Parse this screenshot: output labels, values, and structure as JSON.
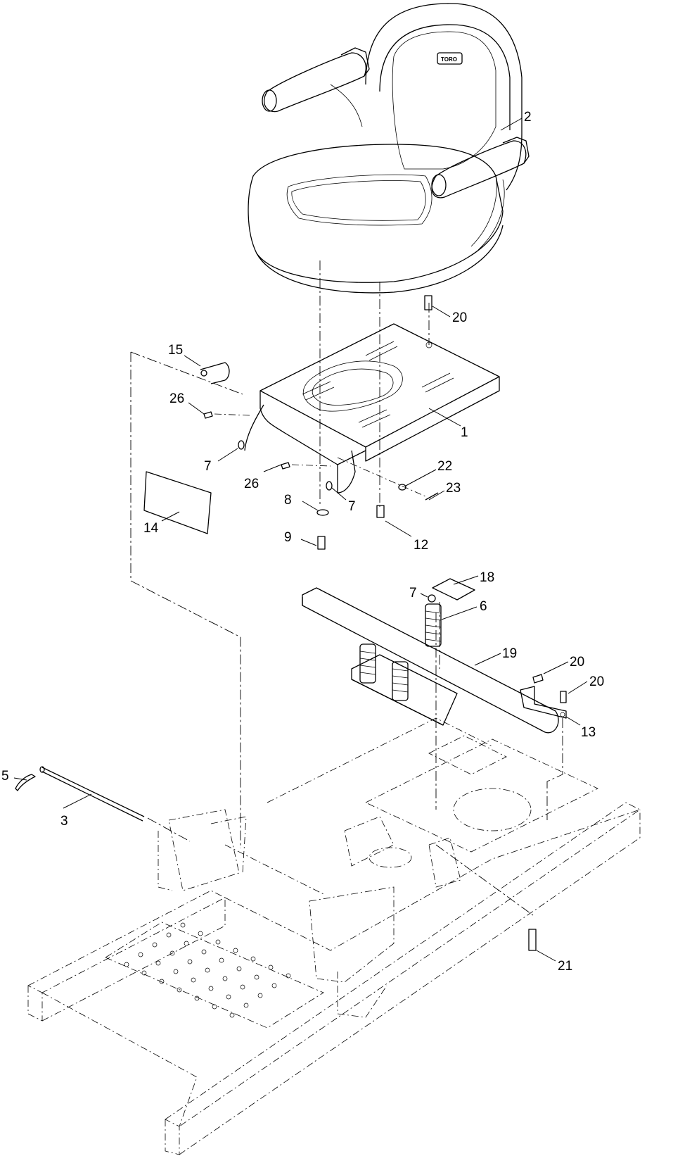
{
  "logo": {
    "text": "TORO"
  },
  "callouts": [
    {
      "id": "c1",
      "label": "1"
    },
    {
      "id": "c2",
      "label": "2"
    },
    {
      "id": "c3",
      "label": "3"
    },
    {
      "id": "c5",
      "label": "5"
    },
    {
      "id": "c6",
      "label": "6"
    },
    {
      "id": "c7a",
      "label": "7"
    },
    {
      "id": "c7b",
      "label": "7"
    },
    {
      "id": "c7c",
      "label": "7"
    },
    {
      "id": "c8",
      "label": "8"
    },
    {
      "id": "c9",
      "label": "9"
    },
    {
      "id": "c12",
      "label": "12"
    },
    {
      "id": "c13",
      "label": "13"
    },
    {
      "id": "c14",
      "label": "14"
    },
    {
      "id": "c15",
      "label": "15"
    },
    {
      "id": "c18",
      "label": "18"
    },
    {
      "id": "c19",
      "label": "19"
    },
    {
      "id": "c20a",
      "label": "20"
    },
    {
      "id": "c20b",
      "label": "20"
    },
    {
      "id": "c20c",
      "label": "20"
    },
    {
      "id": "c21",
      "label": "21"
    },
    {
      "id": "c22",
      "label": "22"
    },
    {
      "id": "c23",
      "label": "23"
    },
    {
      "id": "c26a",
      "label": "26"
    },
    {
      "id": "c26b",
      "label": "26"
    }
  ]
}
